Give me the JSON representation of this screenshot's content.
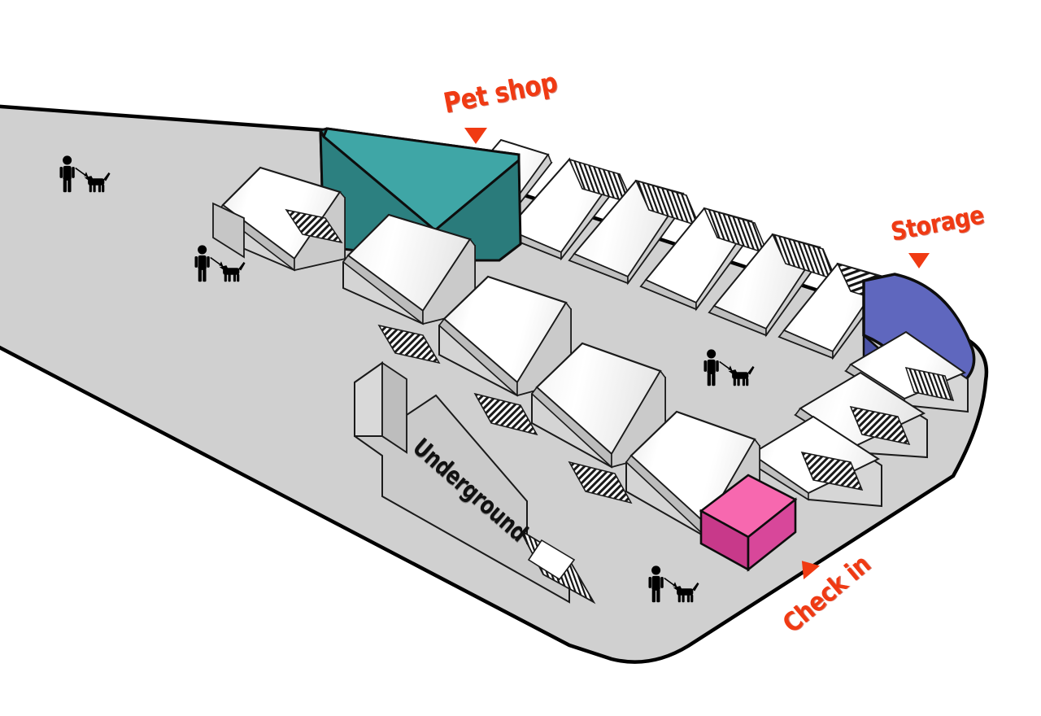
{
  "figure": {
    "kind": "isometric-site-plan",
    "background_color": "#FFFFFF",
    "ground_fill": "#D0D0D0",
    "ground_outline_color": "#000000"
  },
  "callouts": [
    {
      "id": "pet-shop",
      "label": "Pet shop",
      "color": "#F03A13",
      "pointer": "triangle-down",
      "target_building": "pet-shop-building"
    },
    {
      "id": "storage",
      "label": "Storage",
      "color": "#F03A13",
      "pointer": "triangle-down",
      "target_building": "storage-building"
    },
    {
      "id": "check-in",
      "label": "Check in",
      "color": "#F03A13",
      "pointer": "triangle-up",
      "target_building": "check-in-building"
    }
  ],
  "ground_labels": [
    {
      "id": "underground",
      "label": "Underground",
      "color": "#111111"
    }
  ],
  "buildings": {
    "pet_shop": {
      "name": "Pet shop",
      "top_color": "#3FA3A3",
      "side_color": "#2E8383",
      "front_color": "#2B7C7C",
      "shape": "wedge"
    },
    "storage": {
      "name": "Storage",
      "top_color": "#5F67BE",
      "side_color": "#4A52A6",
      "shape": "rounded-block"
    },
    "check_in": {
      "name": "Check in",
      "top_color": "#F768AF",
      "side_color": "#C8398A",
      "front_color": "#D8479A",
      "shape": "box"
    },
    "warehouse": {
      "name": "Warehouse unit",
      "roof_color": "#FFFFFF",
      "wall_color": "#C9C9C9",
      "shade_color": "#B5B5B5",
      "count_back_row": 7,
      "count_front_row": 6,
      "count_right_row": 3
    }
  },
  "pictograms": [
    {
      "id": "person-dog-1",
      "type": "person-with-dog",
      "color": "#000000"
    },
    {
      "id": "person-dog-2",
      "type": "person-with-dog",
      "color": "#000000"
    },
    {
      "id": "person-dog-3",
      "type": "person-with-dog",
      "color": "#000000"
    },
    {
      "id": "person-dog-4",
      "type": "person-with-dog",
      "color": "#000000"
    }
  ],
  "icons": {
    "pointer_triangle": "triangle-icon",
    "person_dog": "person-with-dog-icon"
  }
}
